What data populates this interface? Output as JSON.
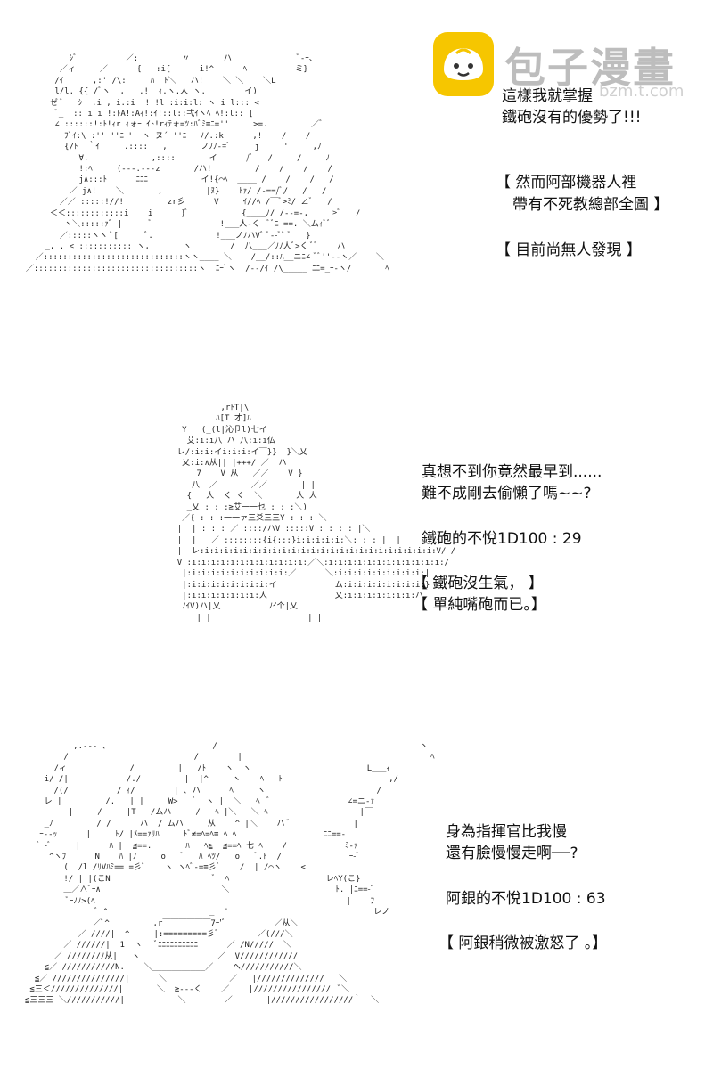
{
  "watermark": {
    "text": "包子漫畫",
    "url": "bzm.t.com",
    "color": "#f6c600"
  },
  "panel1": {
    "line1": "這樣我就掌握",
    "line2": "鐵砲沒有的優勢了!!!",
    "note1": "【 然而阿部機器人裡",
    "note2": "帶有不死教總部全圖 】",
    "note3": "【 目前尚無人發現 】"
  },
  "panel2": {
    "line1": "真想不到你竟然最早到......",
    "line2": "難不成剛去偷懶了嗎~~?",
    "roll": "鐵砲的不悅1D100 : 29",
    "note1": "【 鐵砲沒生氣， 】",
    "note2": "【 單純嘴砲而已。】"
  },
  "panel3": {
    "line1": "身為指揮官比我慢",
    "line2": "還有臉慢慢走啊──?",
    "roll": "阿銀的不悅1D100 : 63",
    "note1": "【 阿銀稍微被激怒了 。】"
  }
}
